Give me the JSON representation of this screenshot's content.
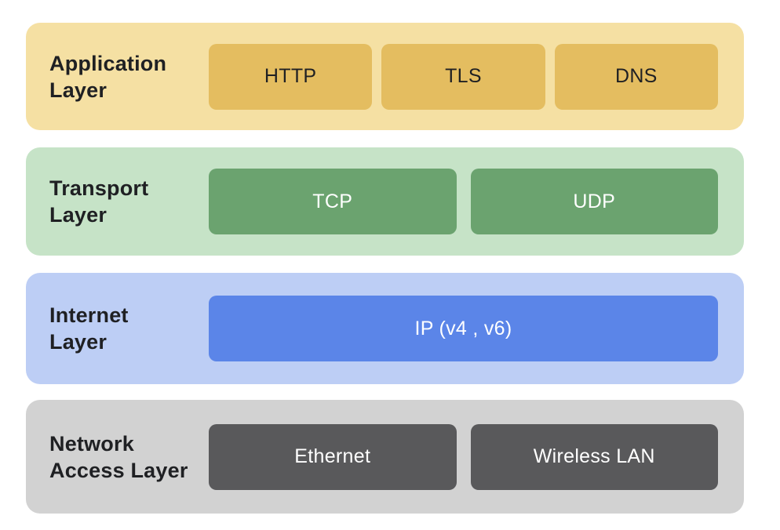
{
  "colors": {
    "app-bg": "#F5E0A3",
    "app-box": "#E4BD60",
    "transport-bg": "#C6E3C7",
    "transport-box": "#6BA36F",
    "internet-bg": "#BDCEF5",
    "internet-box": "#5B85E8",
    "network-bg": "#D2D2D2",
    "network-box": "#59595B",
    "label-text": "#1F2023",
    "box-text-dark": "#1F2023",
    "box-text-light": "#FFFFFF",
    "page-bg": "#FFFFFF"
  },
  "layers": [
    {
      "label": "Application Layer",
      "protocols": [
        "HTTP",
        "TLS",
        "DNS"
      ]
    },
    {
      "label": "Transport Layer",
      "protocols": [
        "TCP",
        "UDP"
      ]
    },
    {
      "label": "Internet Layer",
      "protocols": [
        "IP (v4 , v6)"
      ]
    },
    {
      "label": "Network Access Layer",
      "protocols": [
        "Ethernet",
        "Wireless LAN"
      ]
    }
  ]
}
